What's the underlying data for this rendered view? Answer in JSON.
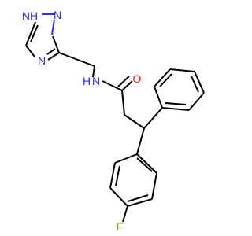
{
  "labels": {
    "nh_ring": "NH",
    "n_top": "N",
    "n_ring_left": "N",
    "n_amide": "N",
    "h_amide": "H",
    "o": "O",
    "f": "F"
  },
  "colors": {
    "carbon": "#000000",
    "nitrogen": "#2b2bff",
    "oxygen": "#ff0d0d",
    "fluorine": "#86b832",
    "background": "#ffffff"
  }
}
